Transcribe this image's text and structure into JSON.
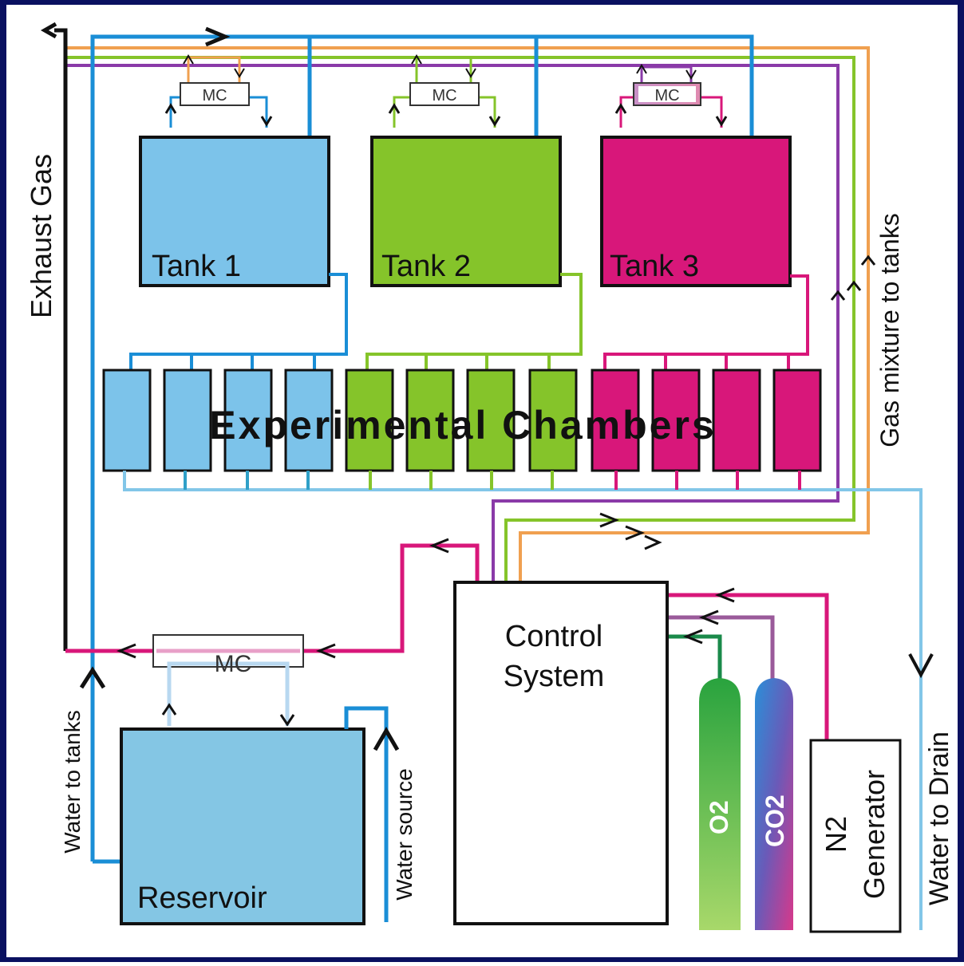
{
  "labels": {
    "tank1": "Tank 1",
    "tank2": "Tank 2",
    "tank3": "Tank 3",
    "mc": "MC",
    "chambers": "Experimental Chambers",
    "control": [
      "Control",
      "System"
    ],
    "o2": "O2",
    "co2": "CO2",
    "n2": [
      "N2",
      "Generator"
    ],
    "exhaust": "Exhaust Gas",
    "gas_mixture": "Gas mixture to tanks",
    "water_to_tanks": "Water to tanks",
    "water_source": "Water source",
    "water_to_drain": "Water to Drain",
    "reservoir": "Reservoir"
  },
  "colors": {
    "border": "#0a1160",
    "blue_pipe": "#1a8ed6",
    "light_blue": "#82c6e8",
    "pale_blue": "#b8d8f0",
    "green": "#85c42a",
    "magenta": "#d8177a",
    "orange": "#f0a050",
    "purple": "#8a3aa8",
    "tank_blue": "#7cc3ea",
    "reservoir_blue": "#84c6e4",
    "black": "#111111"
  }
}
